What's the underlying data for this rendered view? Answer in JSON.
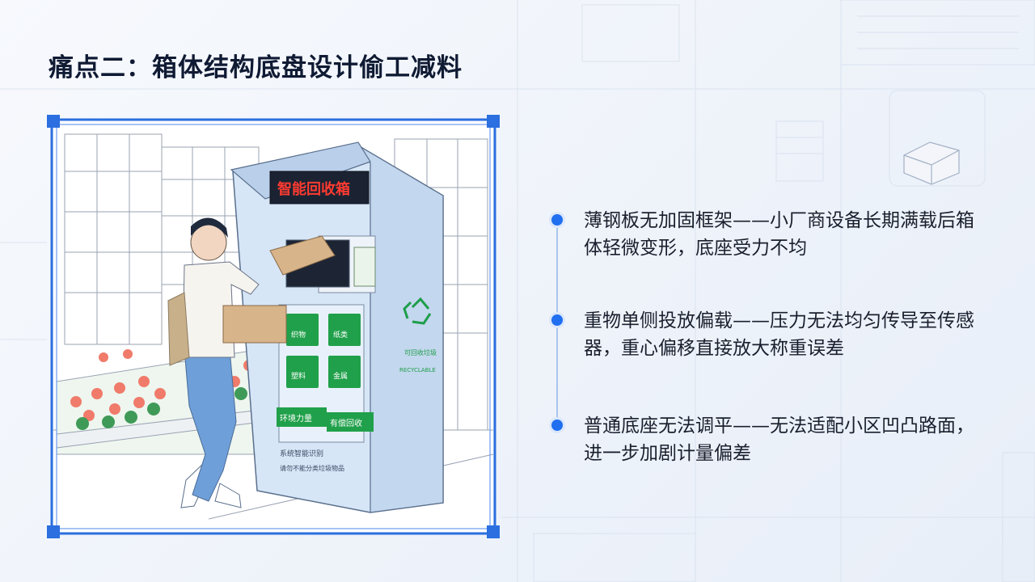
{
  "slide": {
    "title": "痛点二：箱体结构底盘设计偷工减料"
  },
  "illustration": {
    "display_sign": "智能回收箱",
    "categories": [
      "织物",
      "纸类",
      "塑料",
      "金属"
    ],
    "green_left": "环境力量",
    "green_right": "有偿回收",
    "side_label_cn": "可回收垃圾",
    "side_label_en": "RECYCLABLE",
    "bottom_line1": "系统智能识别",
    "bottom_line2": "请勿不能分类垃圾物品"
  },
  "bullets": [
    {
      "text": "薄钢板无加固框架——小厂商设备长期满载后箱体轻微变形，底座受力不均"
    },
    {
      "text": "重物单侧投放偏载——压力无法均匀传导至传感器，重心偏移直接放大称重误差"
    },
    {
      "text": "普通底座无法调平——无法适配小区凹凸路面，进一步加剧计量偏差"
    }
  ],
  "colors": {
    "accent": "#1f6ff0",
    "title": "#0f1a33",
    "frame": "#2b6fe0",
    "kiosk": "#d6e6f7",
    "display_red": "#ff3b30",
    "green": "#1e9e4a"
  }
}
